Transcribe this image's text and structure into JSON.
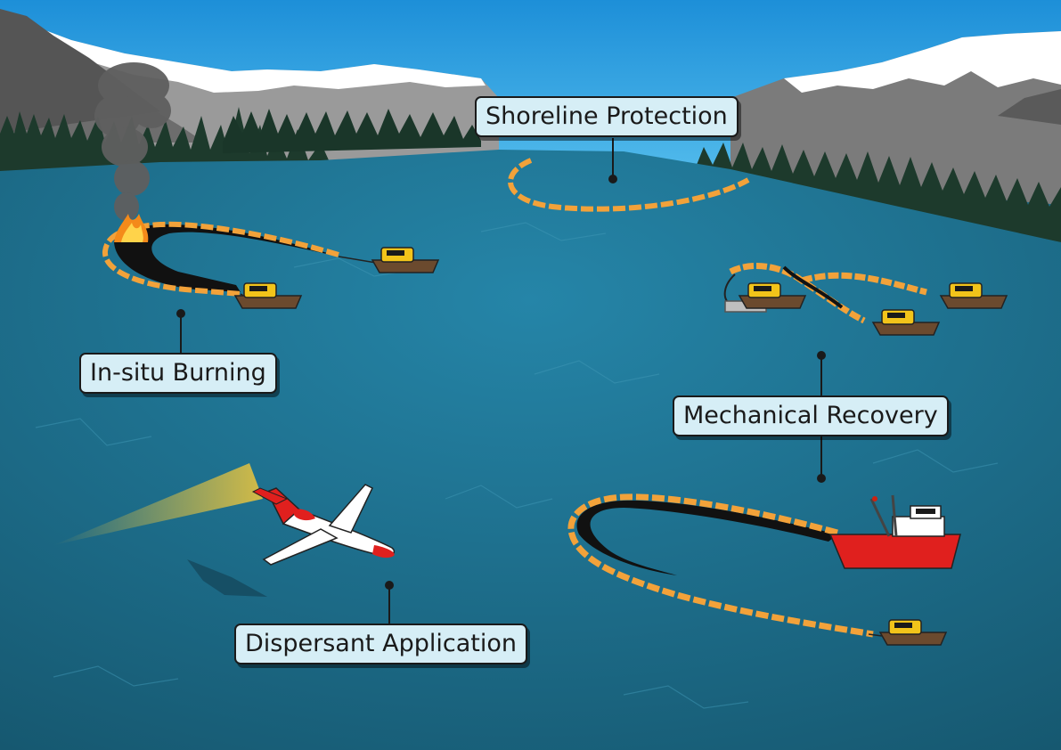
{
  "labels": {
    "shoreline_protection": "Shoreline Protection",
    "in_situ_burning": "In-situ Burning",
    "mechanical_recovery": "Mechanical Recovery",
    "dispersant_application": "Dispersant Application"
  },
  "colors": {
    "sky": "#2aa5e3",
    "water": "#1e6a86",
    "boom": "#f2a23a",
    "oil": "#111111",
    "label_bg": "#d6eef6",
    "vessel_red": "#e0201e",
    "boat_yellow": "#f2c41a"
  },
  "icons": [
    "mountain-icon",
    "tree-icon",
    "fire-icon",
    "smoke-icon",
    "boat-icon",
    "ship-icon",
    "airplane-icon",
    "boom-icon"
  ]
}
